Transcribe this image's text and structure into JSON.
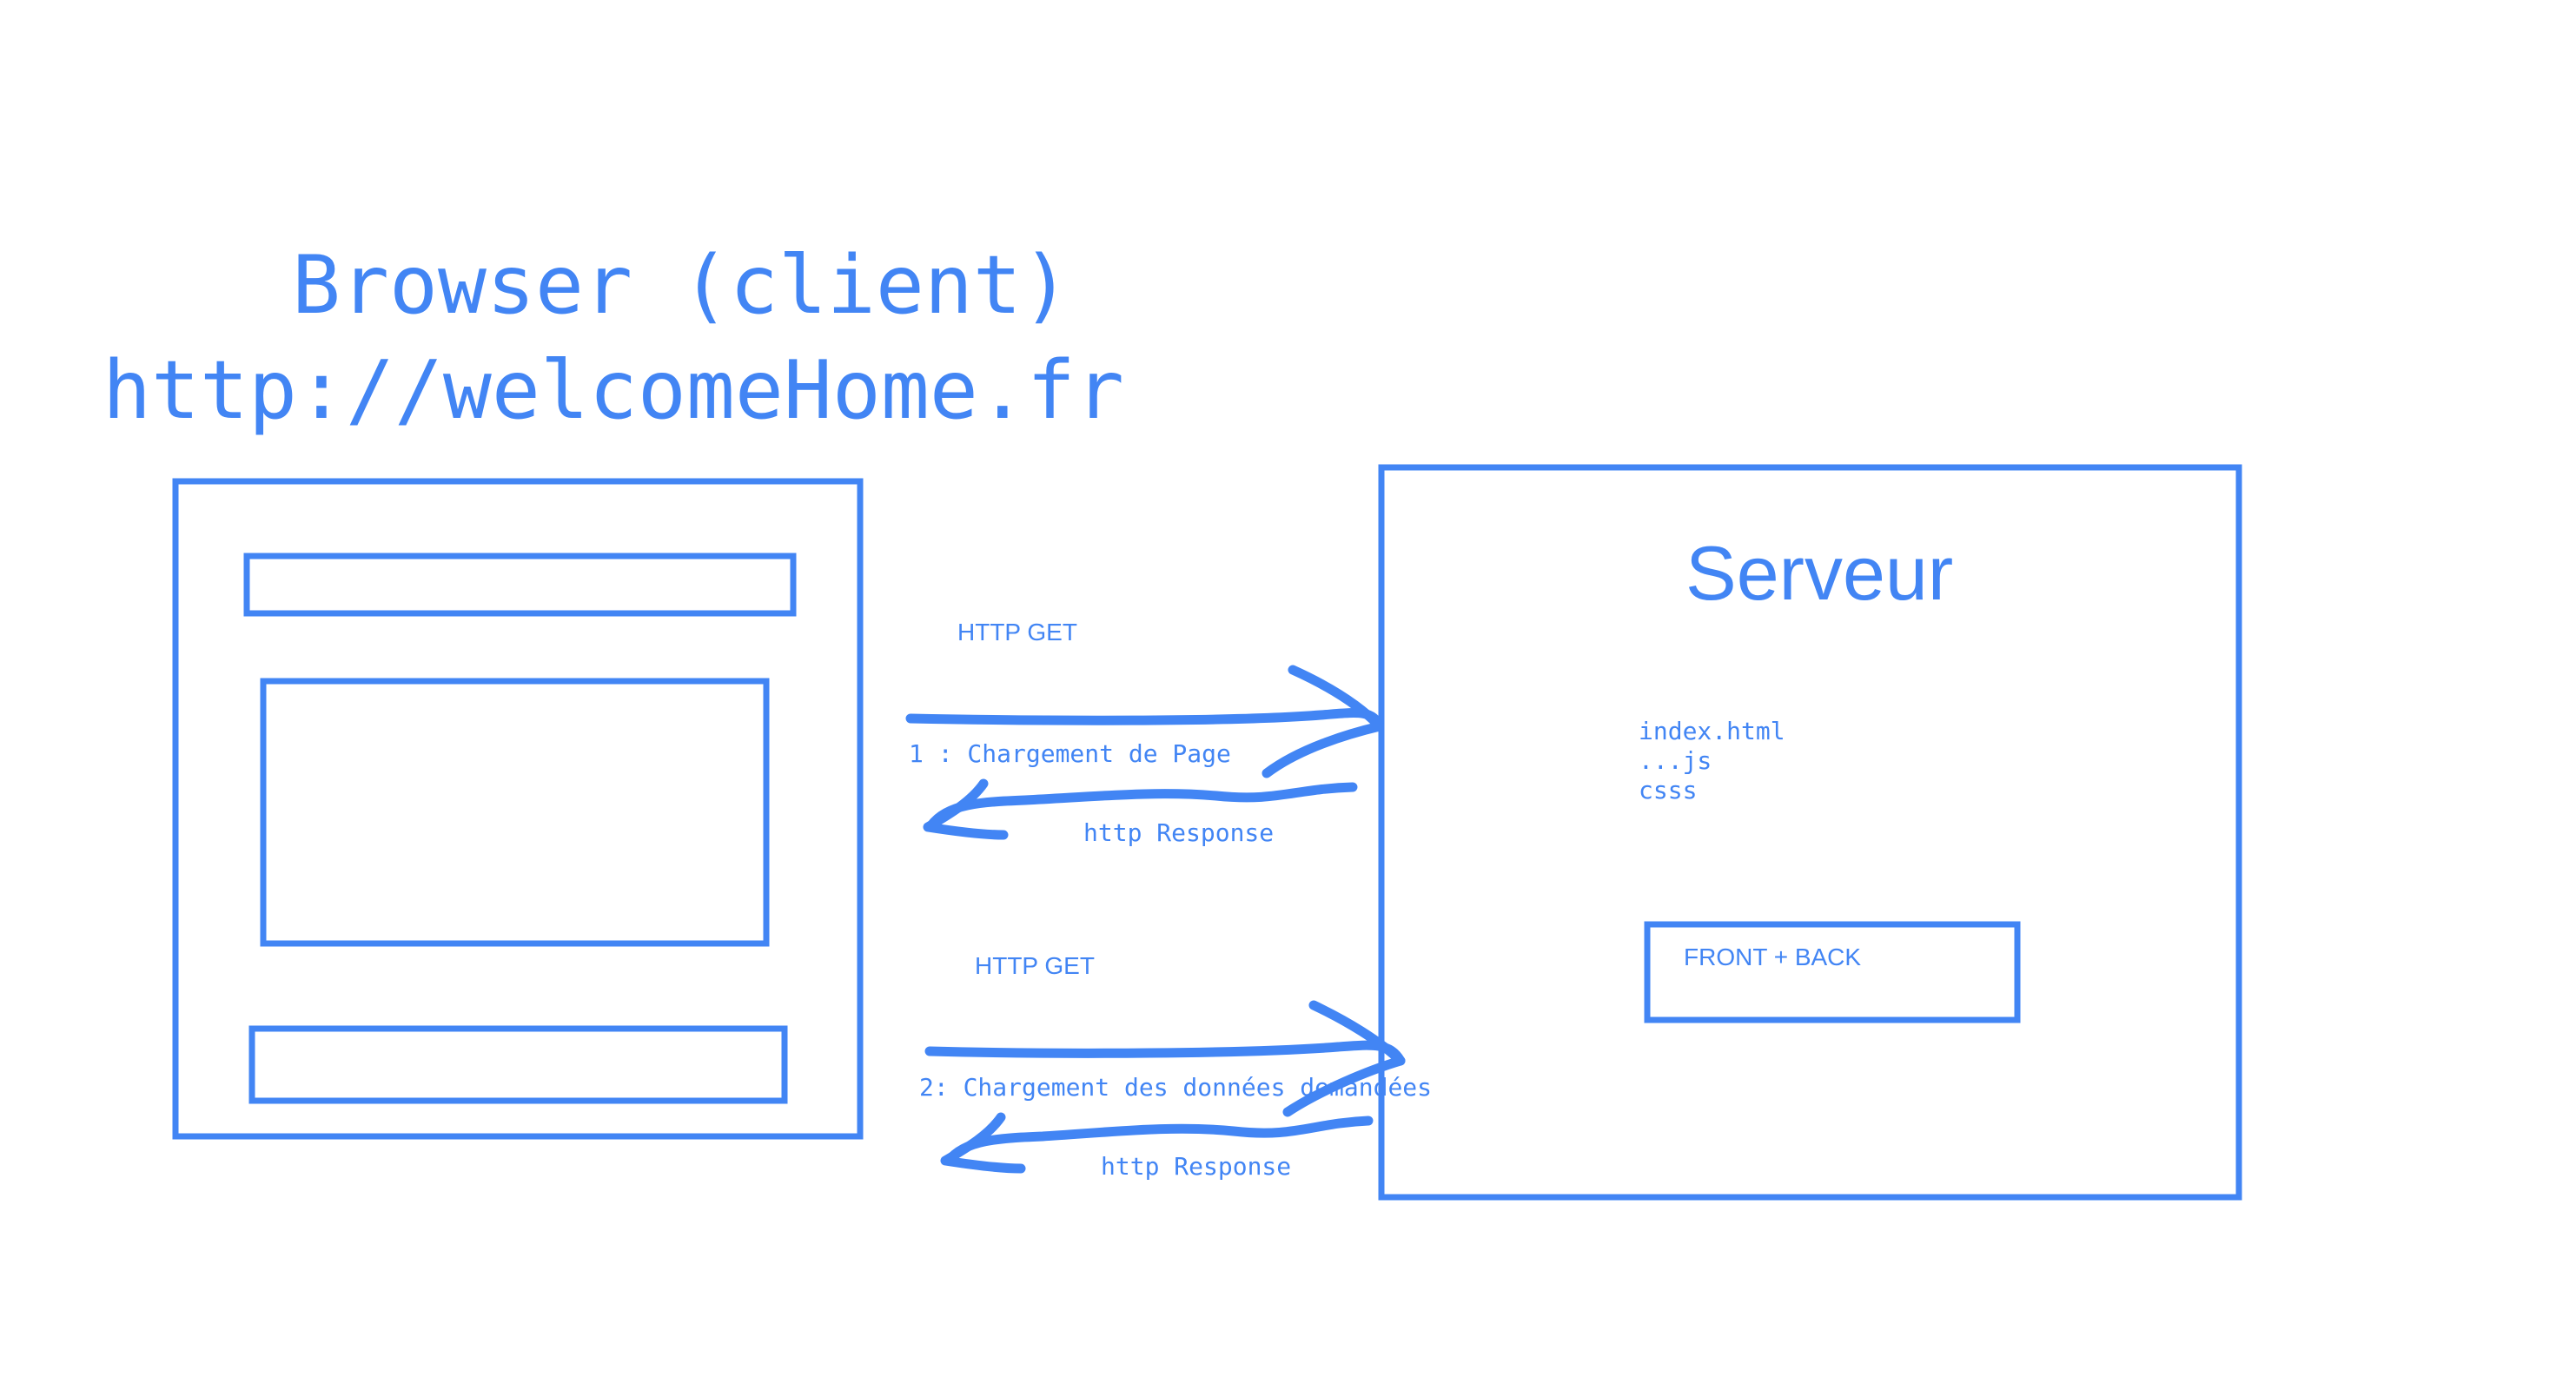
{
  "browser": {
    "title": "Browser (client)",
    "url": "http://welcomeHome.fr"
  },
  "server": {
    "title": "Serveur",
    "files": [
      "index.html",
      "...js",
      "csss"
    ],
    "box_label": "FRONT + BACK"
  },
  "exchanges": [
    {
      "request": "HTTP GET",
      "description": "1 : Chargement de Page",
      "response": "http Response"
    },
    {
      "request": "HTTP GET",
      "description": "2: Chargement des données demandées",
      "response": "http Response"
    }
  ],
  "colors": {
    "accent": "#4285f4",
    "background": "#ffffff"
  }
}
